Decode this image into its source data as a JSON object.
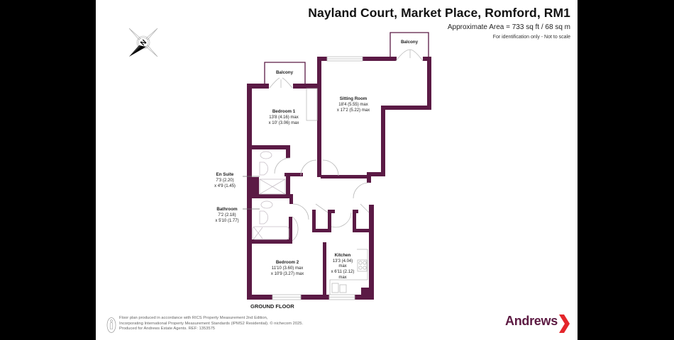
{
  "header": {
    "title": "Nayland Court, Market Place, Romford, RM1",
    "area": "Approximate Area = 733 sq ft / 68 sq m",
    "disclaimer": "For identification only - Not to scale"
  },
  "compass": {
    "icon": "north-compass-icon",
    "letter": "N"
  },
  "colors": {
    "wall": "#5b1a45",
    "fixture": "#b8b0b8",
    "brand": "#5c1a42",
    "brand_accent": "#e4262b"
  },
  "rooms": [
    {
      "id": "balcony-1",
      "name": "Balcony",
      "dims": []
    },
    {
      "id": "balcony-2",
      "name": "Balcony",
      "dims": []
    },
    {
      "id": "bedroom-1",
      "name": "Bedroom 1",
      "dims": [
        "13'8 (4.16) max",
        "x 10' (3.06) max"
      ]
    },
    {
      "id": "sitting-room",
      "name": "Sitting Room",
      "dims": [
        "18'4 (5.55) max",
        "x 17'2 (5.22) max"
      ]
    },
    {
      "id": "en-suite",
      "name": "En Suite",
      "dims": [
        "7'3 (2.20)",
        "x 4'9 (1.45)"
      ]
    },
    {
      "id": "bathroom",
      "name": "Bathroom",
      "dims": [
        "7'2 (2.18)",
        "x 5'10 (1.77)"
      ]
    },
    {
      "id": "bedroom-2",
      "name": "Bedroom 2",
      "dims": [
        "11'10 (3.60) max",
        "x 10'9 (3.27) max"
      ]
    },
    {
      "id": "kitchen",
      "name": "Kitchen",
      "dims": [
        "13'3 (4.04)",
        "max",
        "x 6'11 (2.12)",
        "max"
      ]
    }
  ],
  "floor_label": "GROUND FLOOR",
  "footer": {
    "lines": [
      "Floor plan produced in accordance with RICS Property Measurement 2nd Edition,",
      "Incorporating International Property Measurement Standards (IPMS2 Residential).   © nichecom 2025.",
      "Produced for Andrews Estate Agents.    REF: 1353575"
    ]
  },
  "brand": {
    "name": "Andrews"
  }
}
